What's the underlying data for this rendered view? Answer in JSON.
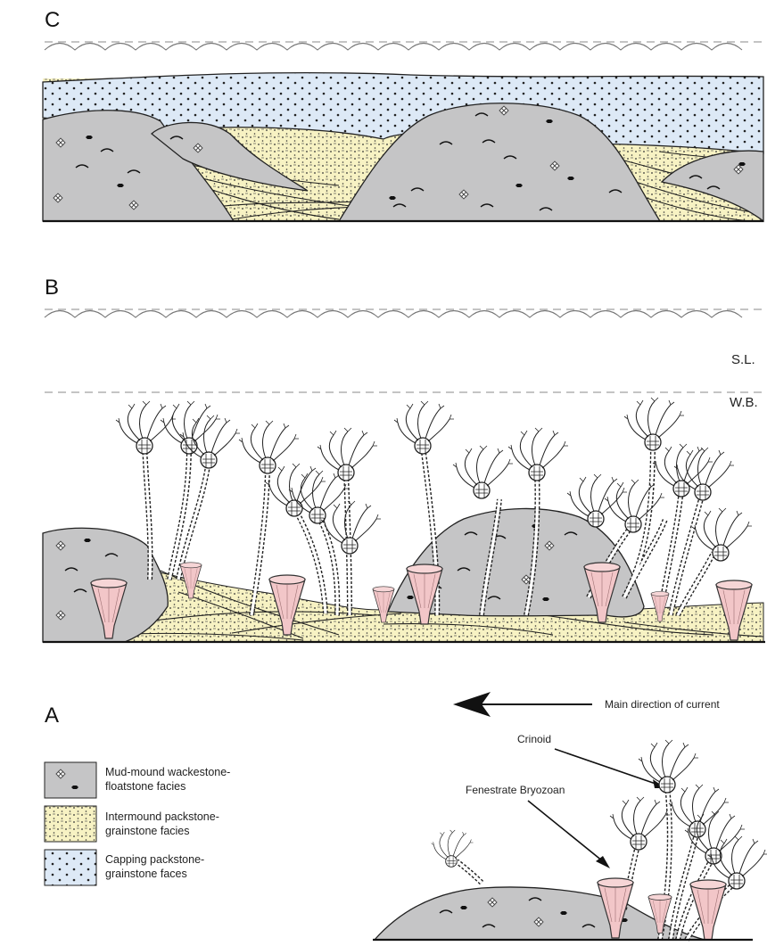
{
  "panels": {
    "c": {
      "letter": "C"
    },
    "b": {
      "letter": "B",
      "sea_level": "S.L.",
      "wave_base": "W.B."
    },
    "a": {
      "letter": "A"
    }
  },
  "legend": {
    "mud_mound": [
      "Mud-mound wackestone-",
      "floatstone facies"
    ],
    "intermound": [
      "Intermound packstone-",
      "grainstone facies"
    ],
    "capping": [
      "Capping packstone-",
      "grainstone faces"
    ]
  },
  "annotations": {
    "current": "Main direction of current",
    "crinoid": "Crinoid",
    "bryozoan": "Fenestrate Bryozoan"
  },
  "colors": {
    "mound": "#c5c5c6",
    "intermound": "#f7f2c3",
    "capping": "#dde9f6",
    "bryozoan": "#f2c6c8",
    "line": "#1a1a1a"
  }
}
